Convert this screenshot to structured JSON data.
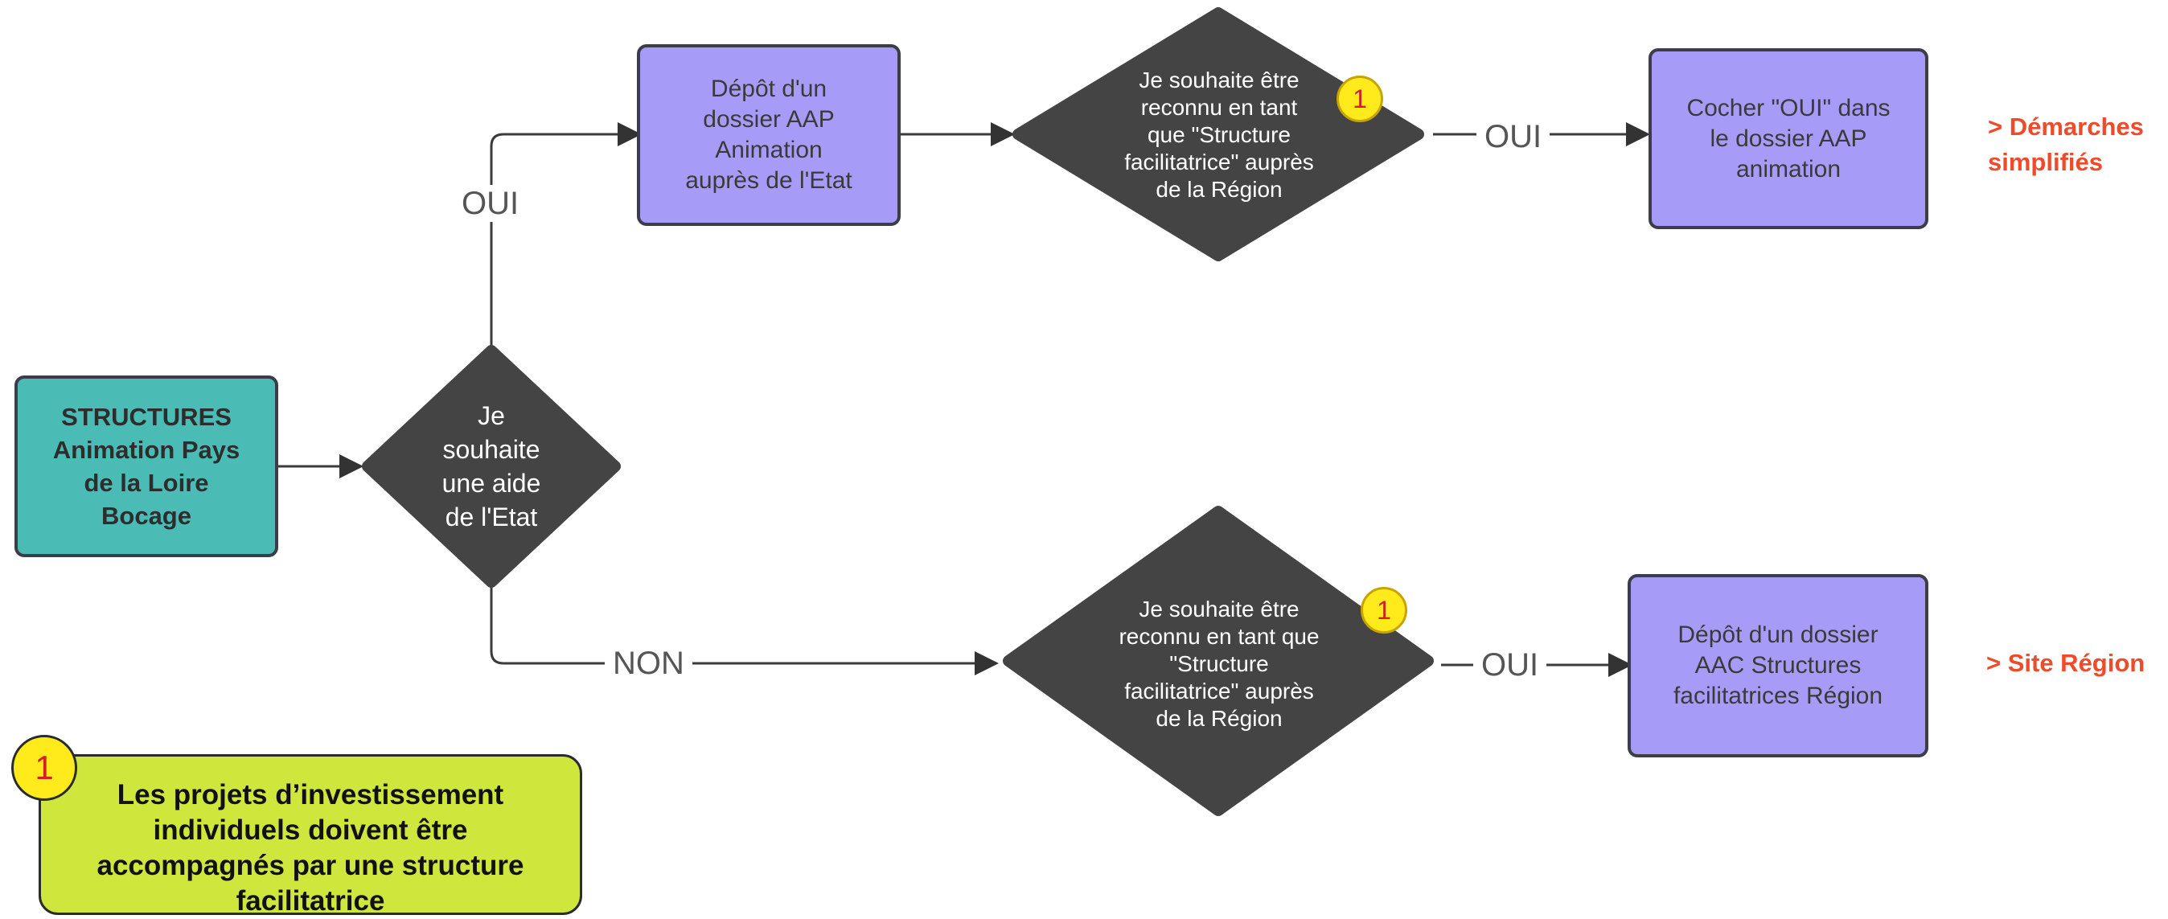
{
  "nodes": {
    "structures": "STRUCTURES\nAnimation Pays\nde la Loire\nBocage",
    "decision_aide_etat": "Je\nsouhaite\nune aide\nde l'Etat",
    "depot_aap": "Dépôt d'un\ndossier AAP\nAnimation\nauprès de l'Etat",
    "decision_reconnu_top": "Je souhaite être\nreconnu en tant\nque \"Structure\nfacilitatrice\" auprès\nde la Région",
    "cocher_oui": "Cocher \"OUI\" dans\nle dossier AAP\nanimation",
    "decision_reconnu_bottom": "Je souhaite être\nreconnu en tant que\n\"Structure\nfacilitatrice\" auprès\nde la Région",
    "depot_aac": "Dépôt d'un dossier\nAAC Structures\nfacilitatrices Région"
  },
  "edge_labels": {
    "oui_up": "OUI",
    "non": "NON",
    "oui_top_right": "OUI",
    "oui_bottom_right": "OUI"
  },
  "badges": {
    "top": "1",
    "bottom": "1",
    "note": "1"
  },
  "links": {
    "demarches": "> Démarches\nsimplifiés",
    "site_region": "> Site Région"
  },
  "note": {
    "text": "Les projets d’investissement\nindividuels doivent être\naccompagnés par une structure\nfacilitatrice"
  },
  "colors": {
    "teal_box": "#4bbcb5",
    "purple_box": "#a69cf7",
    "decision": "#444444",
    "badge": "#ffea1c",
    "note_bg": "#cfe63d",
    "link": "#ef4a2a"
  }
}
